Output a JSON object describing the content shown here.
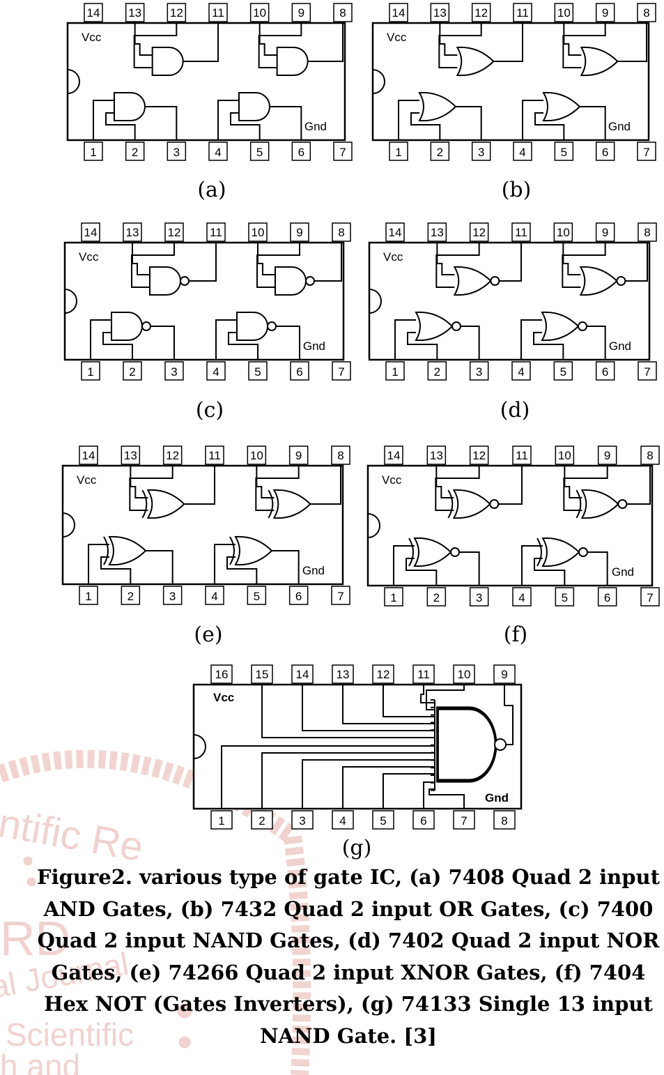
{
  "chips": [
    {
      "id": "a",
      "gate": "and",
      "label": "(a)",
      "vcc": "Vcc",
      "gnd": "Gnd",
      "pins_top": [
        "14",
        "13",
        "12",
        "11",
        "10",
        "9",
        "8"
      ],
      "pins_bottom": [
        "1",
        "2",
        "3",
        "4",
        "5",
        "6",
        "7"
      ]
    },
    {
      "id": "b",
      "gate": "or",
      "label": "(b)",
      "vcc": "Vcc",
      "gnd": "Gnd",
      "pins_top": [
        "14",
        "13",
        "12",
        "11",
        "10",
        "9",
        "8"
      ],
      "pins_bottom": [
        "1",
        "2",
        "3",
        "4",
        "5",
        "6",
        "7"
      ]
    },
    {
      "id": "c",
      "gate": "nand",
      "label": "(c)",
      "vcc": "Vcc",
      "gnd": "Gnd",
      "pins_top": [
        "14",
        "13",
        "12",
        "11",
        "10",
        "9",
        "8"
      ],
      "pins_bottom": [
        "1",
        "2",
        "3",
        "4",
        "5",
        "6",
        "7"
      ]
    },
    {
      "id": "d",
      "gate": "nor",
      "label": "(d)",
      "vcc": "Vcc",
      "gnd": "Gnd",
      "pins_top": [
        "14",
        "13",
        "12",
        "11",
        "10",
        "9",
        "8"
      ],
      "pins_bottom": [
        "1",
        "2",
        "3",
        "4",
        "5",
        "6",
        "7"
      ]
    },
    {
      "id": "e",
      "gate": "xor",
      "label": "(e)",
      "vcc": "Vcc",
      "gnd": "Gnd",
      "pins_top": [
        "14",
        "13",
        "12",
        "11",
        "10",
        "9",
        "8"
      ],
      "pins_bottom": [
        "1",
        "2",
        "3",
        "4",
        "5",
        "6",
        "7"
      ]
    },
    {
      "id": "f",
      "gate": "xnor",
      "label": "(f)",
      "vcc": "Vcc",
      "gnd": "Gnd",
      "pins_top": [
        "14",
        "13",
        "12",
        "11",
        "10",
        "9",
        "8"
      ],
      "pins_bottom": [
        "1",
        "2",
        "3",
        "4",
        "5",
        "6",
        "7"
      ]
    },
    {
      "id": "g",
      "gate": "nand13",
      "label": "(g)",
      "vcc": "Vcc",
      "gnd": "Gnd",
      "pins_top": [
        "16",
        "15",
        "14",
        "13",
        "12",
        "11",
        "10",
        "9"
      ],
      "pins_bottom": [
        "1",
        "2",
        "3",
        "4",
        "5",
        "6",
        "7",
        "8"
      ]
    }
  ],
  "caption": {
    "lines": [
      "Figure2.  various type of gate IC, (a) 7408 Quad 2 input",
      "AND Gates, (b) 7432 Quad 2 input OR Gates, (c) 7400",
      "Quad 2 input NAND Gates, (d) 7402 Quad 2 input  NOR",
      "Gates, (e) 74266 Quad 2 input   XNOR Gates, (f) 7404",
      "Hex NOT (Gates Inverters), (g) 74133 Single 13 input",
      "NAND Gate. [3]"
    ]
  },
  "watermark": {
    "texts": [
      "ntific Re",
      "RD",
      "al Journal",
      "Scientific",
      "h and"
    ]
  }
}
